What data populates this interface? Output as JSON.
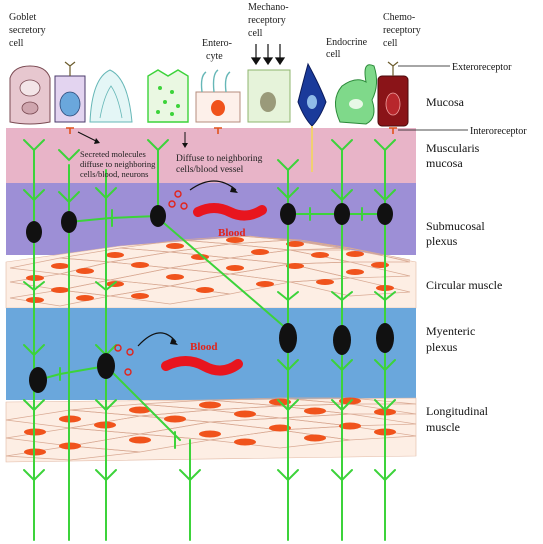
{
  "cells": {
    "goblet": [
      "Goblet",
      "secretory",
      "cell"
    ],
    "enterocyte": [
      "Entero-",
      "cyte"
    ],
    "mechano": [
      "Mechano-",
      "receptory",
      "cell"
    ],
    "endocrine": [
      "Endocrine",
      "cell"
    ],
    "chemo": [
      "Chemo-",
      "receptory",
      "cell"
    ]
  },
  "receptors": {
    "extero": "Exteroreceptor",
    "intero": "Interoreceptor"
  },
  "layers": {
    "mucosa": [
      "Mucosa"
    ],
    "muscularis": [
      "Muscularis",
      "mucosa"
    ],
    "submucosal": [
      "Submucosal",
      "plexus"
    ],
    "circular": [
      "Circular muscle"
    ],
    "myenteric": [
      "Myenteric",
      "plexus"
    ],
    "longitudinal": [
      "Longitudinal",
      "muscle"
    ]
  },
  "notes": {
    "secreted": [
      "Secreted molecules",
      "diffuse to neighboring",
      "cells/blood, neurons"
    ],
    "diffuse": [
      "Diffuse to neighboring",
      "cells/blood vessel"
    ]
  },
  "blood_labels": [
    "Blood",
    "Blood"
  ],
  "colors": {
    "mucosa_bg": "#ffffff",
    "muscularis": "#e8b4c8",
    "submucosa": "#9d8fd6",
    "myenteric": "#6aa7dc",
    "muscle_cell": "#fdeee4",
    "nucleus": "#f0531c",
    "fiber": "#3cd33a",
    "neuron": "#111111",
    "blood": "#e8151e",
    "receptor": "#e0521c"
  }
}
